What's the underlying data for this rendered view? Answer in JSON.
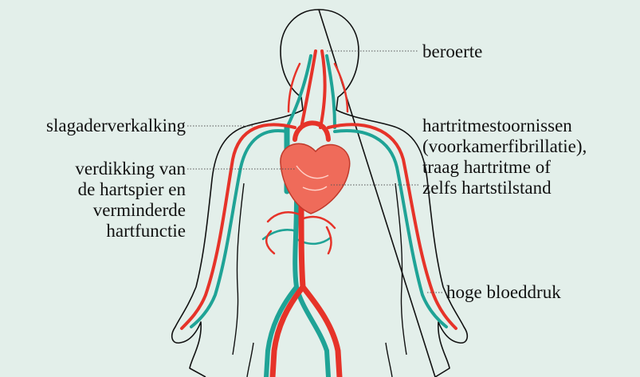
{
  "labels": {
    "stroke": "beroerte",
    "arteriosclerosis": "slagaderverkalking",
    "heart_muscle": "verdikking van\nde hartspier en\nverminderde\nhartfunctie",
    "rhythm": "hartritmestoornissen\n(voorkamerfibrillatie),\ntraag hartritme of\nzelfs hartstilstand",
    "blood_pressure": "hoge bloeddruk"
  },
  "colors": {
    "background": "#e3efea",
    "artery": "#e63329",
    "vein": "#1fa396",
    "outline": "#111111",
    "heart": "#ef6b5a"
  }
}
